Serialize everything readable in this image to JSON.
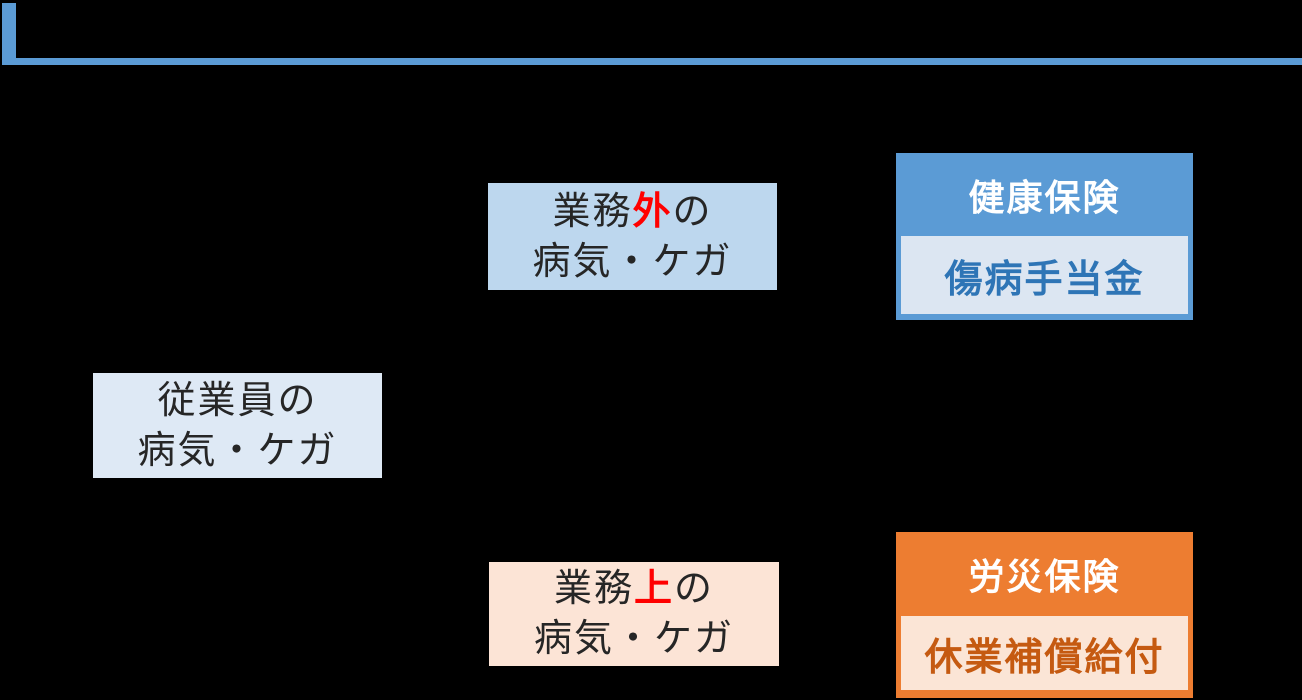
{
  "colors": {
    "background": "#000000",
    "accent_blue": "#5B9BD5",
    "offduty_box_fill": "#BDD7EE",
    "employee_box_fill": "#DEE9F5",
    "health_benefit_fill": "#DCE6F2",
    "health_benefit_text": "#2E75B6",
    "orange": "#ED7D31",
    "onduty_box_fill": "#FCE4D6",
    "rousai_benefit_fill": "#FBE5D6",
    "rousai_benefit_text": "#C55A11",
    "highlight_red": "#FF0000",
    "flow_text": "#262626",
    "header_text": "#FFFFFF"
  },
  "diagram": {
    "employee_box": {
      "line1": "従業員の",
      "line2": "病気・ケガ"
    },
    "offduty_box": {
      "line1_pre": "業務",
      "line1_highlight": "外",
      "line1_post": "の",
      "line2": "病気・ケガ"
    },
    "onduty_box": {
      "line1_pre": "業務",
      "line1_highlight": "上",
      "line1_post": "の",
      "line2": "病気・ケガ"
    },
    "health_insurance": {
      "header": "健康保険",
      "benefit": "傷病手当金"
    },
    "workers_comp": {
      "header": "労災保険",
      "benefit": "休業補償給付"
    }
  }
}
